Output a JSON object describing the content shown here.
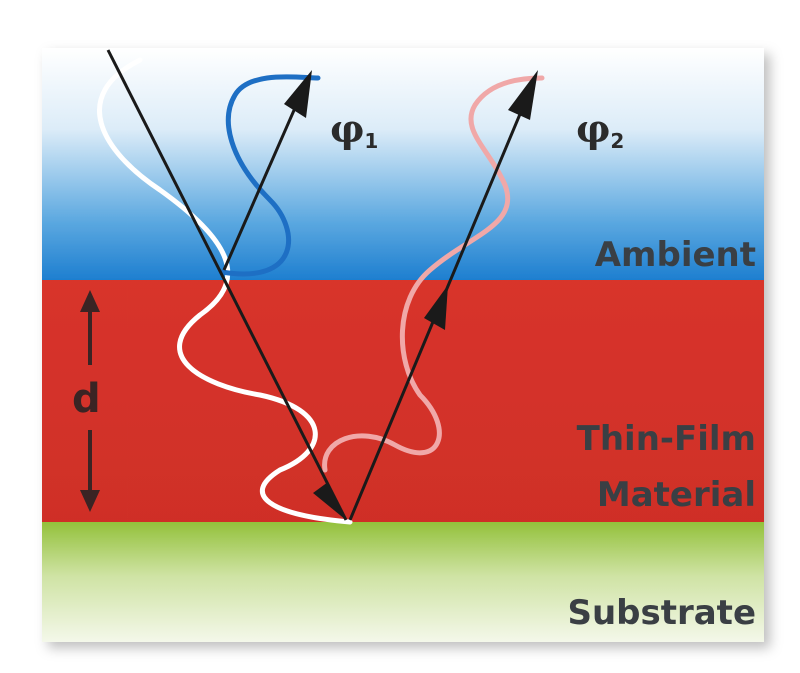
{
  "layers": {
    "ambient": "Ambient",
    "film_line1": "Thin-Film",
    "film_line2": "Material",
    "substrate": "Substrate"
  },
  "thickness_label": "d",
  "phase_labels": {
    "phi1_symbol": "φ",
    "phi1_sub": "1",
    "phi2_symbol": "φ",
    "phi2_sub": "2"
  },
  "colors": {
    "ambient": "#1e7fd0",
    "film": "#d8342a",
    "substrate": "#93c13b",
    "wave_incident": "#ffffff",
    "wave_reflected_1": "#1e6fc4",
    "wave_reflected_2": "#f0a8a8",
    "ray": "#1a1a1a"
  }
}
